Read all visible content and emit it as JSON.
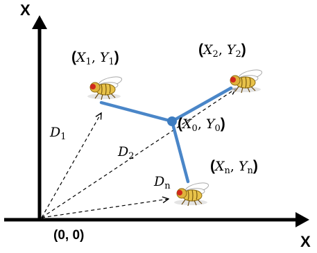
{
  "axes": {
    "y_label": "X",
    "x_label": "X",
    "origin_label": "(0, 0)"
  },
  "points": [
    {
      "id": "p1",
      "var_x": "X",
      "sub_x": "1",
      "var_y": "Y",
      "sub_y": "1"
    },
    {
      "id": "p2",
      "var_x": "X",
      "sub_x": "2",
      "var_y": "Y",
      "sub_y": "2"
    },
    {
      "id": "p0",
      "var_x": "X",
      "sub_x": "0",
      "var_y": "Y",
      "sub_y": "0"
    },
    {
      "id": "pn",
      "var_x": "X",
      "sub_x": "n",
      "var_y": "Y",
      "sub_y": "n"
    }
  ],
  "distances": [
    {
      "var": "D",
      "sub": "1"
    },
    {
      "var": "D",
      "sub": "2"
    },
    {
      "var": "D",
      "sub": "n"
    }
  ],
  "colors": {
    "network_line": "#4a86c8",
    "node": "#3d7cc0",
    "axis": "#000000",
    "fly_body": "#e8c24a",
    "fly_eye": "#d0281c"
  },
  "icons": [
    "fly-icon"
  ]
}
